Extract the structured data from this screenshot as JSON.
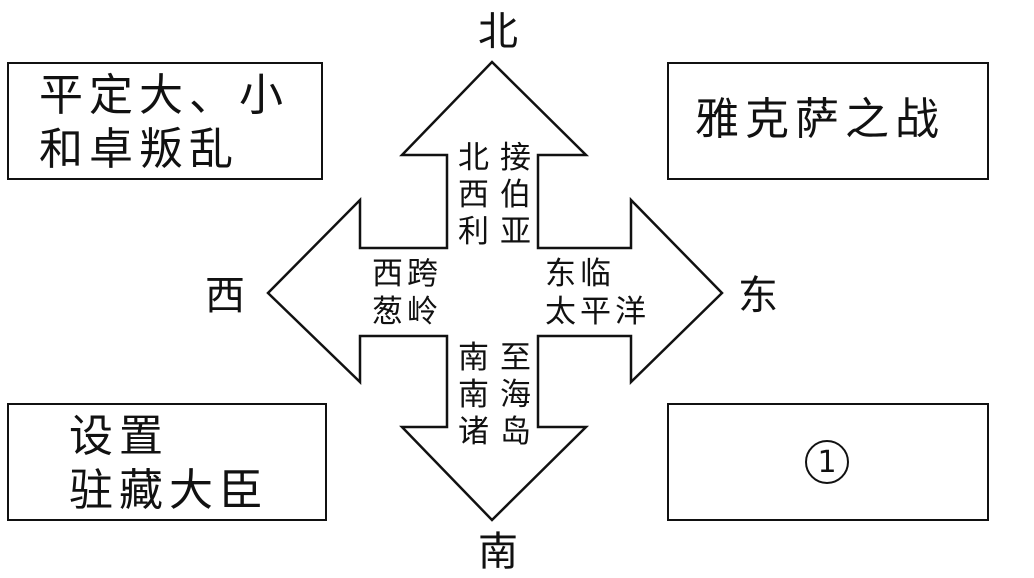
{
  "directions": {
    "north": "北",
    "south": "南",
    "west": "西",
    "east": "东"
  },
  "boxes": {
    "top_left": {
      "line1": "平定大、小",
      "line2": "和卓叛乱"
    },
    "top_right": {
      "line1": "雅克萨之战"
    },
    "bottom_left": {
      "line1": "设置",
      "line2": "驻藏大臣"
    },
    "bottom_right": {
      "marker": "1"
    }
  },
  "cross": {
    "north_col1": [
      "北",
      "西",
      "利"
    ],
    "north_col2": [
      "接",
      "伯",
      "亚"
    ],
    "west_row1": "西跨",
    "west_row2": "葱岭",
    "east_row1": "东临",
    "east_row2": "太平洋",
    "south_col1": [
      "南",
      "南",
      "诸"
    ],
    "south_col2": [
      "至",
      "海",
      "岛"
    ]
  }
}
